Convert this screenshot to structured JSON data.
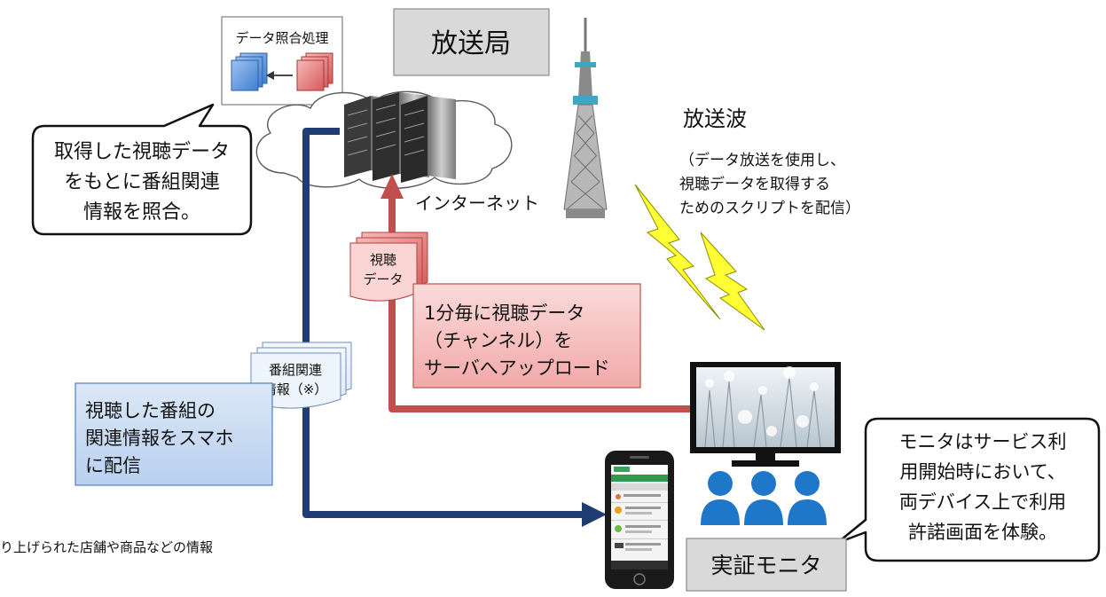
{
  "station": {
    "label": "放送局"
  },
  "data_matching": {
    "title": "データ照合処理"
  },
  "callout_matching": {
    "lines": [
      "取得した視聴データ",
      "をもとに番組関連",
      "情報を照合。"
    ]
  },
  "internet": {
    "label": "インターネット"
  },
  "broadcast_wave": {
    "title": "放送波",
    "lines": [
      "（データ放送を使用し、",
      "視聴データを取得する",
      "ためのスクリプトを配信）"
    ]
  },
  "viewing_data_doc": {
    "lines": [
      "視聴",
      "データ"
    ]
  },
  "upload_box": {
    "lines": [
      "1分毎に視聴データ",
      "（チャンネル）を",
      "サーバへアップロード"
    ]
  },
  "program_info_doc": {
    "lines": [
      "番組関連",
      "情報（※）"
    ]
  },
  "delivery_box": {
    "lines": [
      "視聴した番組の",
      "関連情報をスマホ",
      "に配信"
    ]
  },
  "footnote": {
    "text": "り上げられた店舗や商品などの情報"
  },
  "monitor_callout": {
    "lines": [
      "モニタはサービス利",
      "用開始時において、",
      "両デバイス上で利用",
      "許諾画面を体験。"
    ]
  },
  "monitor_label": {
    "text": "実証モニタ"
  },
  "colors": {
    "blue_arrow": "#1f3d73",
    "red_arrow": "#c0504d",
    "blue_box": "#c5d9f1",
    "red_box": "#f4b8b8",
    "gray_box": "#d9d9d9",
    "people": "#1f77c9",
    "lightning": "#ffff33"
  }
}
